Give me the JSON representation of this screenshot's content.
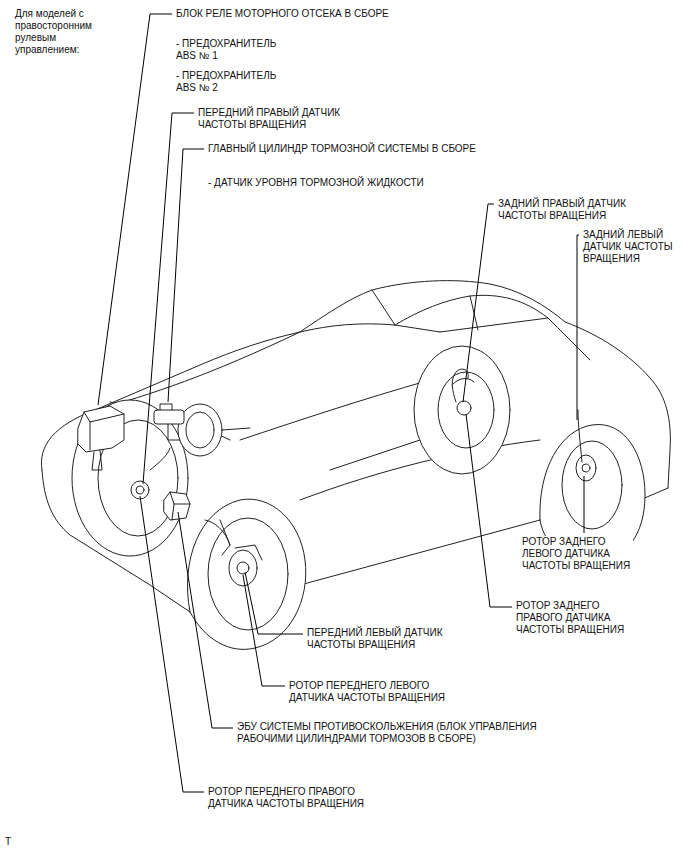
{
  "diagram": {
    "labels": [
      "Для моделей с правосторонним рулевым управлением:",
      "БЛОК РЕЛЕ МОТОРНОГО ОТСЕКА В СБОРЕ",
      "- ПРЕДОХРАНИТЕЛЬ ABS № 1",
      "- ПРЕДОХРАНИТЕЛЬ ABS № 2",
      "ПЕРЕДНИЙ ПРАВЫЙ ДАТЧИК ЧАСТОТЫ ВРАЩЕНИЯ",
      "ГЛАВНЫЙ ЦИЛИНДР ТОРМОЗНОЙ СИСТЕМЫ В СБОРЕ",
      "- ДАТЧИК УРОВНЯ ТОРМОЗНОЙ ЖИДКОСТИ",
      "ЗАДНИЙ ПРАВЫЙ ДАТЧИК ЧАСТОТЫ ВРАЩЕНИЯ",
      "ЗАДНИЙ ЛЕВЫЙ ДАТЧИК ЧАСТОТЫ ВРАЩЕНИЯ",
      "РОТОР ЗАДНЕГО ЛЕВОГО ДАТЧИКА ЧАСТОТЫ ВРАЩЕНИЯ",
      "РОТОР ЗАДНЕГО ПРАВОГО ДАТЧИКА ЧАСТОТЫ ВРАЩЕНИЯ",
      "ПЕРЕДНИЙ ЛЕВЫЙ ДАТЧИК ЧАСТОТЫ ВРАЩЕНИЯ",
      "РОТОР ПЕРЕДНЕГО ЛЕВОГО ДАТЧИКА ЧАСТОТЫ ВРАЩЕНИЯ",
      "ЭБУ СИСТЕМЫ ПРОТИВОСКОЛЬЖЕНИЯ (БЛОК УПРАВЛЕНИЯ РАБОЧИМИ ЦИЛИНДРАМИ ТОРМОЗОВ В СБОРЕ)",
      "РОТОР ПЕРЕДНЕГО ПРАВОГО ДАТЧИКА ЧАСТОТЫ ВРАЩЕНИЯ",
      "T"
    ]
  }
}
